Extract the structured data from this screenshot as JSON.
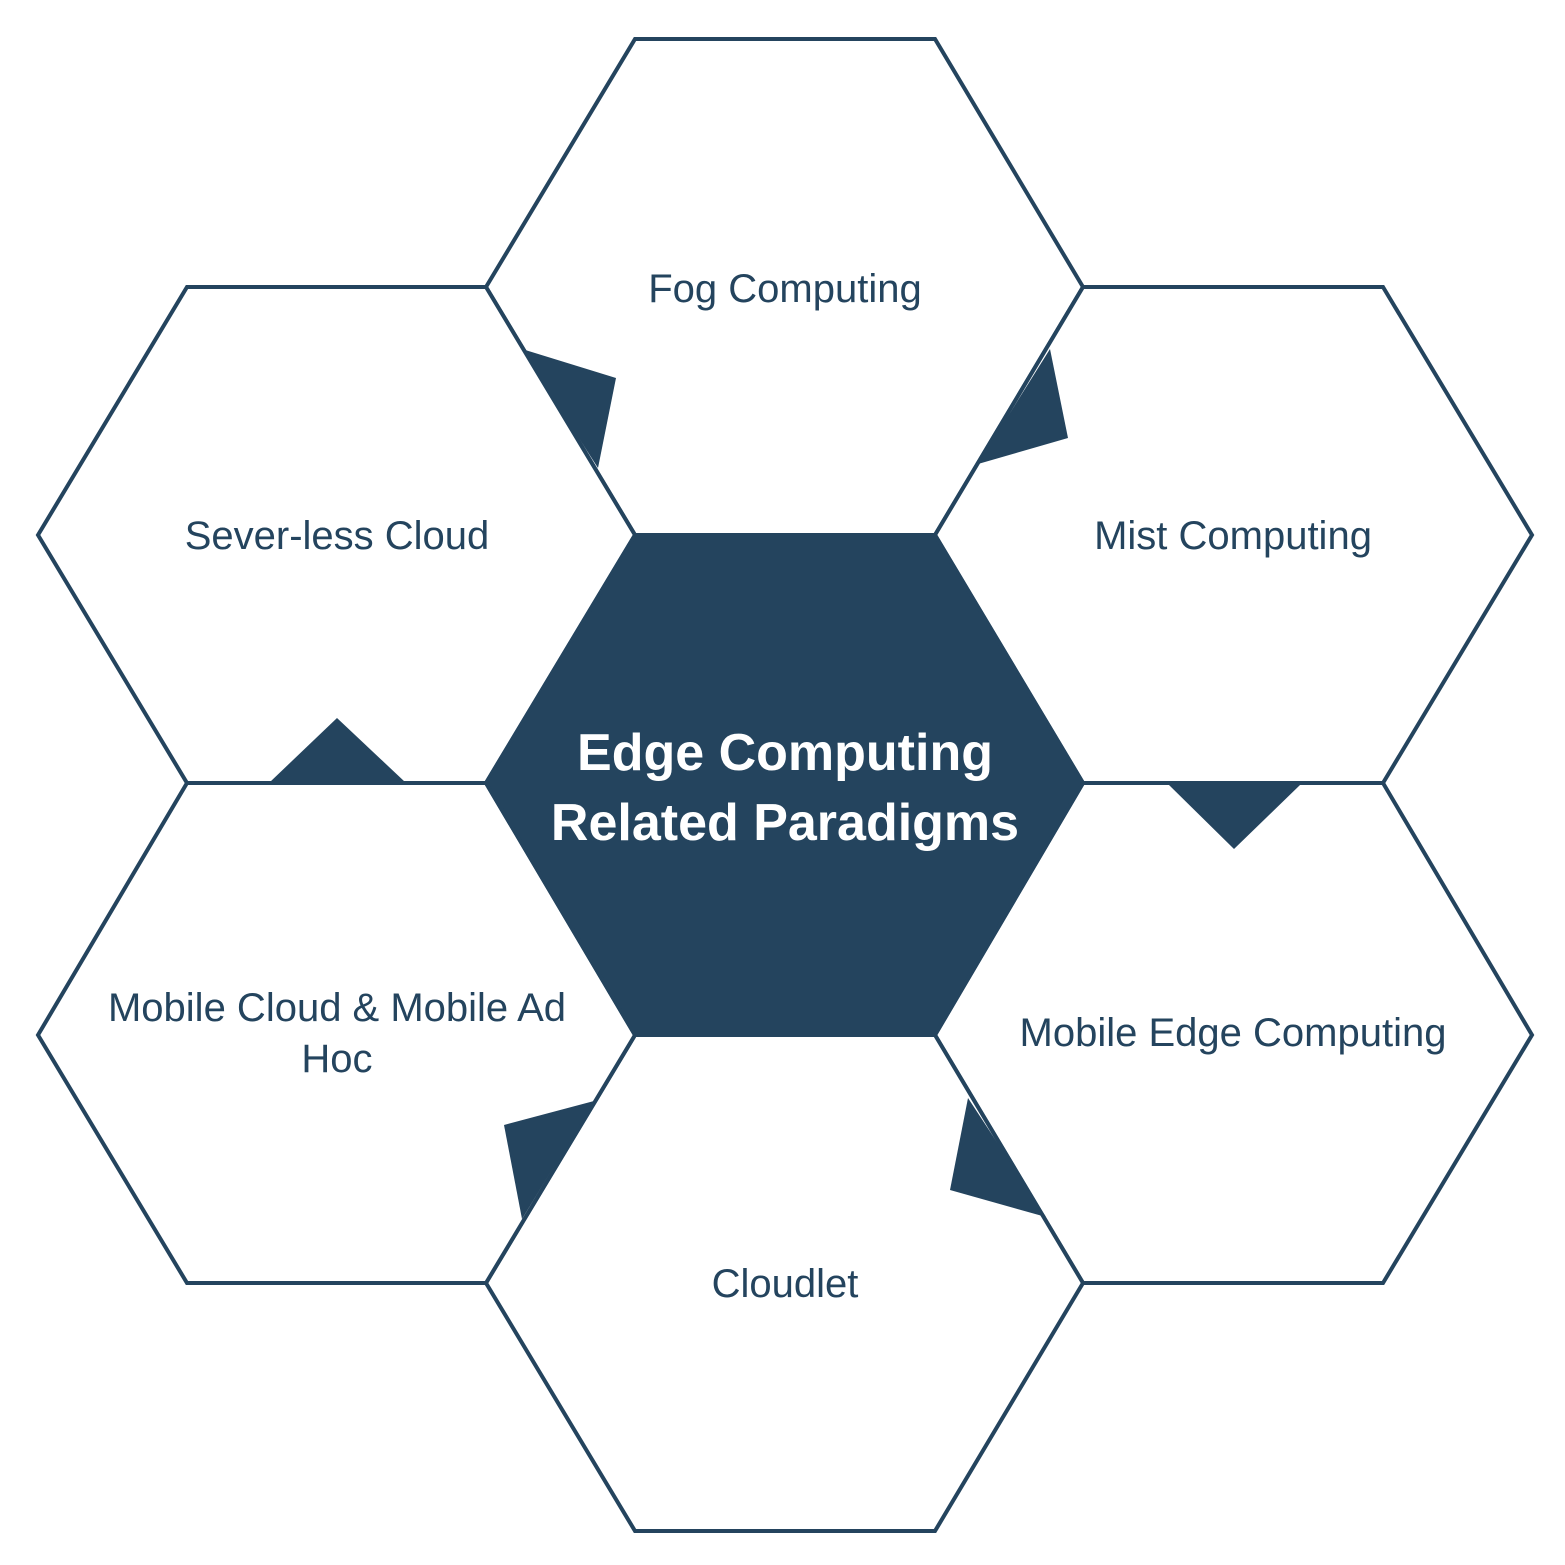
{
  "colors": {
    "primary": "#24445e",
    "background": "#ffffff",
    "center_text": "#ffffff"
  },
  "center": {
    "line1": "Edge Computing",
    "line2": "Related Paradigms"
  },
  "paradigms": {
    "fog": "Fog Computing",
    "mist": "Mist Computing",
    "mobile_edge": "Mobile Edge Computing",
    "cloudlet": "Cloudlet",
    "mobile_cloud_line1": "Mobile Cloud & Mobile Ad",
    "mobile_cloud_line2": "Hoc",
    "serverless": "Sever-less Cloud"
  }
}
